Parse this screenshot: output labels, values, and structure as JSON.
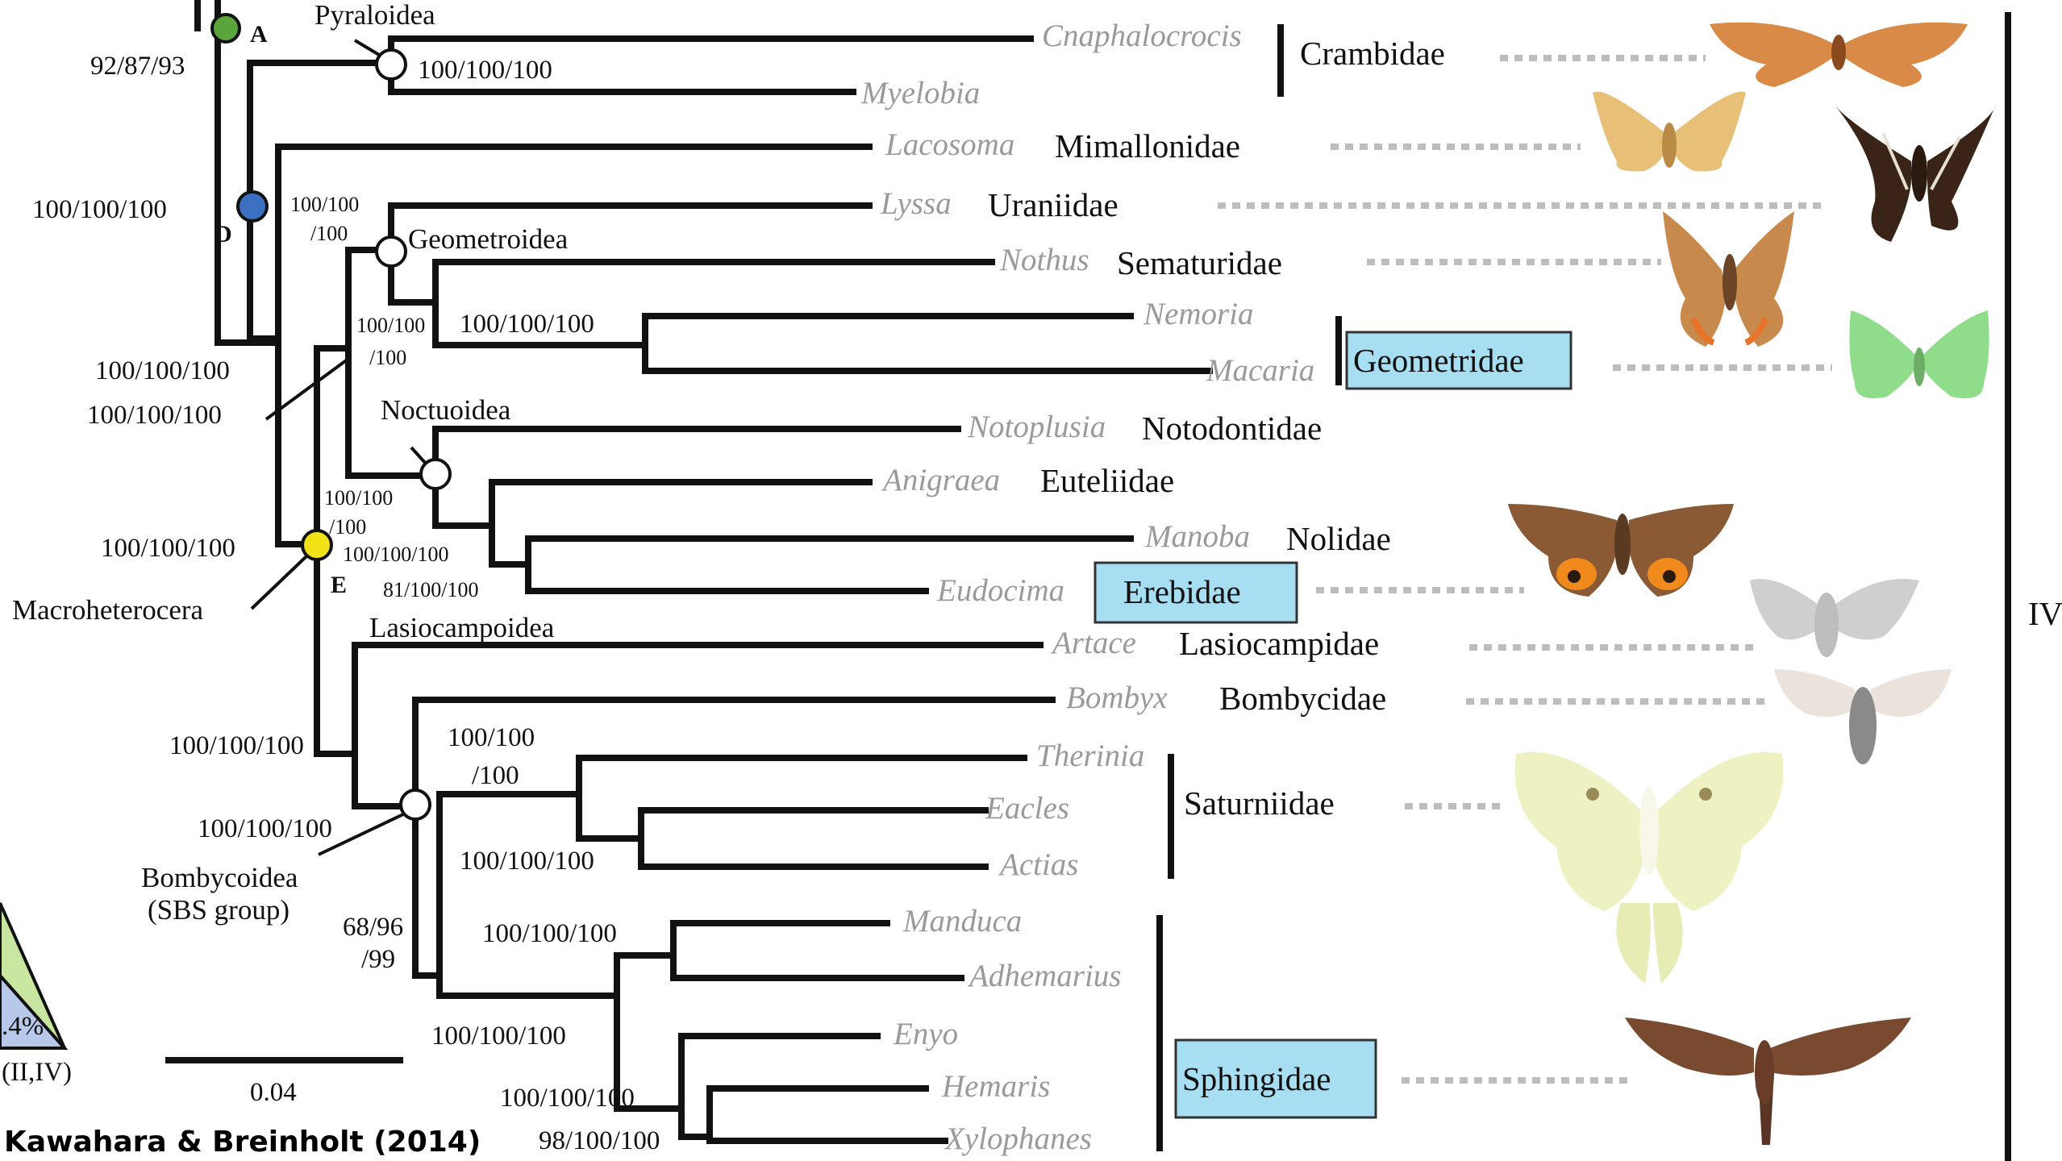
{
  "tree": {
    "genera": {
      "cnaphalocrocis": "Cnaphalocrocis",
      "myelobia": "Myelobia",
      "lacosoma": "Lacosoma",
      "lyssa": "Lyssa",
      "nothus": "Nothus",
      "nemoria": "Nemoria",
      "macaria": "Macaria",
      "notoplusia": "Notoplusia",
      "anigraea": "Anigraea",
      "manoba": "Manoba",
      "eudocima": "Eudocima",
      "artace": "Artace",
      "bombyx": "Bombyx",
      "therinia": "Therinia",
      "eacles": "Eacles",
      "actias": "Actias",
      "manduca": "Manduca",
      "adhemarius": "Adhemarius",
      "enyo": "Enyo",
      "hemaris": "Hemaris",
      "xylophanes": "Xylophanes"
    },
    "families": {
      "crambidae": "Crambidae",
      "mimallonidae": "Mimallonidae",
      "uraniidae": "Uraniidae",
      "sematuridae": "Sematuridae",
      "geometridae": "Geometridae",
      "notodontidae": "Notodontidae",
      "euteliidae": "Euteliidae",
      "nolidae": "Nolidae",
      "erebidae": "Erebidae",
      "lasiocampidae": "Lasiocampidae",
      "bombycidae": "Bombycidae",
      "saturniidae": "Saturniidae",
      "sphingidae": "Sphingidae"
    },
    "clades": {
      "pyraloidea": "Pyraloidea",
      "geometroidea": "Geometroidea",
      "noctuoidea": "Noctuoidea",
      "lasiocampoidea": "Lasiocampoidea",
      "macroheterocera": "Macroheterocera",
      "bombycoidea_1": "Bombycoidea",
      "bombycoidea_2": "(SBS group)"
    },
    "node_letters": {
      "a": "A",
      "d": "D",
      "e": "E"
    },
    "supports": {
      "s1": "92/87/93",
      "s2": "100/100/100",
      "s3": "100/100/100",
      "s4a": "100/100",
      "s4b": "/100",
      "s5a": "100/100",
      "s5b": "/100",
      "s6": "100/100/100",
      "s7": "100/100/100",
      "s8": "100/100/100",
      "s9a": "100/100",
      "s9b": "/100",
      "s10": "100/100/100",
      "s11": "81/100/100",
      "s12": "100/100/100",
      "s13": "100/100/100",
      "s14": "100/100/100",
      "s15a": "100/100",
      "s15b": "/100",
      "s16": "100/100/100",
      "s17a": "68/96",
      "s17b": "/99",
      "s18": "100/100/100",
      "s19": "100/100/100",
      "s20": "100/100/100",
      "s21": "98/100/100"
    },
    "right_label": "IV",
    "scale_label": "0.04",
    "triangle_percent": ".4%",
    "triangle_label": "(II,IV)",
    "credit": "Kawahara & Breinholt (2014)"
  }
}
